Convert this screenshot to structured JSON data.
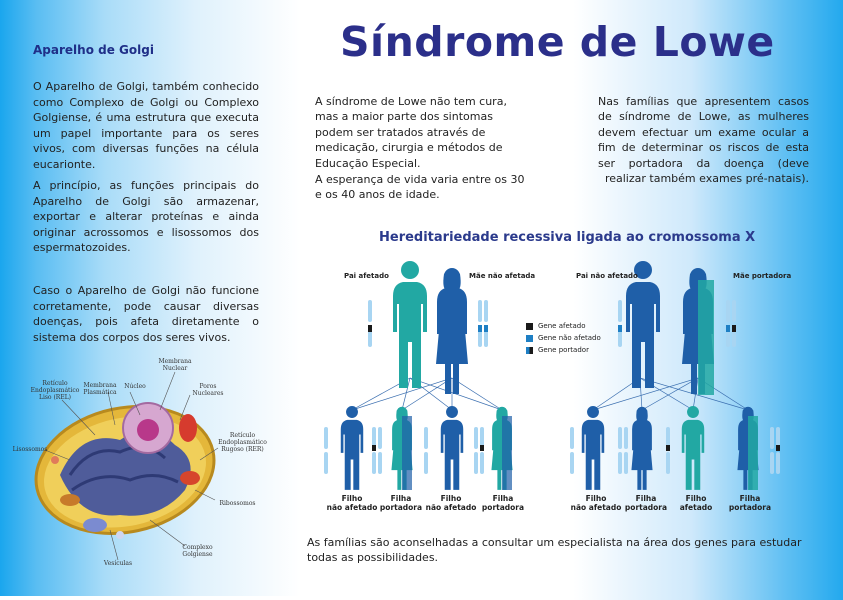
{
  "left": {
    "heading": "Aparelho de Golgi",
    "p1": "O Aparelho de Golgi, também conhecido como Complexo de Golgi ou Complexo Golgiense, é uma estrutura que executa um papel importante para os seres vivos, com diversas funções na célula eucarionte.",
    "p2": "A princípio, as funções principais do Aparelho de Golgi são armazenar, exportar e alterar proteínas e ainda originar acrossomos e lisossomos dos espermatozoides.",
    "p3": "Caso o Aparelho de Golgi não funcione corretamente, pode causar diversas doenças, pois afeta diretamente o sistema dos corpos dos seres vivos."
  },
  "cell_labels": {
    "membrana_nuclear": "Membrana Nuclear",
    "reticulo_liso": "Retículo Endoplasmático Liso (REL)",
    "membrana_plasmatica": "Membrana Plasmática",
    "nucleo": "Núcleo",
    "poros": "Poros Nucleares",
    "lisossomos": "Lisossomos",
    "reticulo_rugoso": "Retículo Endoplasmático Rugoso (RER)",
    "ribossomos": "Ribossomos",
    "complexo_golgiense": "Complexo Golgiense",
    "vesiculas": "Vesículas"
  },
  "title": "Síndrome de Lowe",
  "center": {
    "p1": "A síndrome de Lowe não tem cura, mas a maior parte dos sintomas podem ser tratados através de medicação, cirurgia e métodos de Educação Especial.",
    "p2": "A esperança de vida varia entre os 30 e os 40 anos de idade."
  },
  "right": {
    "p1": "Nas famílias que apresentem casos de síndrome de Lowe, as mulheres devem efectuar um exame ocular a fim de determinar os riscos de esta ser portadora da doença (deve realizar também exames pré-natais)."
  },
  "diagram": {
    "title": "Hereditariedade recessiva ligada ao cromossoma X",
    "left_family": {
      "father": "Pai afetado",
      "mother": "Mãe não afetada",
      "children": [
        {
          "line1": "Filho",
          "line2": "não afetado"
        },
        {
          "line1": "Filha",
          "line2": "portadora"
        },
        {
          "line1": "Filho",
          "line2": "não afetado"
        },
        {
          "line1": "Filha",
          "line2": "portadora"
        }
      ]
    },
    "right_family": {
      "father": "Pai não afetado",
      "mother": "Mãe portadora",
      "children": [
        {
          "line1": "Filho",
          "line2": "não afetado"
        },
        {
          "line1": "Filha",
          "line2": "portadora"
        },
        {
          "line1": "Filho",
          "line2": "afetado"
        },
        {
          "line1": "Filha",
          "line2": "portadora"
        }
      ]
    },
    "legend": [
      {
        "label": "Gene afetado",
        "color": "#1a1a1a"
      },
      {
        "label": "Gene não afetado",
        "color": "#1e7fc4"
      },
      {
        "label": "Gene portador",
        "color": "#1a1a1a"
      }
    ],
    "colors": {
      "dark_blue": "#1f5fa8",
      "teal": "#29b5ae",
      "affected_blue": "#2a6db5"
    }
  },
  "bottom": "As famílias são aconselhadas a consultar um especialista na área dos genes para estudar todas as possibilidades."
}
